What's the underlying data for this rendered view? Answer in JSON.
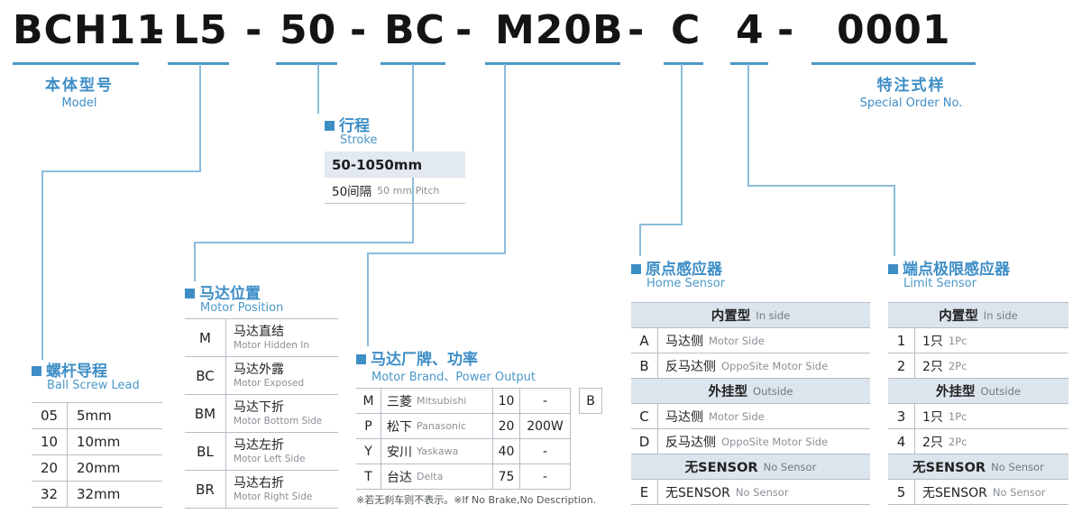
{
  "accent_color": "#3e8ec6",
  "model": {
    "parts": [
      "BCH11",
      "-",
      "L5",
      "-",
      "50",
      "-",
      "BC",
      "-",
      "M20B",
      "-",
      "C",
      "4",
      "-",
      "0001"
    ]
  },
  "model_label": {
    "zh": "本体型号",
    "en": "Model"
  },
  "special_order": {
    "zh": "特注式样",
    "en": "Special Order No."
  },
  "ball_screw": {
    "zh": "螺杆导程",
    "en": "Ball Screw Lead",
    "rows": [
      {
        "code": "05",
        "value": "5mm"
      },
      {
        "code": "10",
        "value": "10mm"
      },
      {
        "code": "20",
        "value": "20mm"
      },
      {
        "code": "32",
        "value": "32mm"
      }
    ]
  },
  "motor_position": {
    "zh": "马达位置",
    "en": "Motor Position",
    "rows": [
      {
        "code": "M",
        "zh": "马达直结",
        "en": "Motor Hidden In"
      },
      {
        "code": "BC",
        "zh": "马达外露",
        "en": "Motor Exposed"
      },
      {
        "code": "BM",
        "zh": "马达下折",
        "en": "Motor Bottom Side"
      },
      {
        "code": "BL",
        "zh": "马达左折",
        "en": "Motor Left Side"
      },
      {
        "code": "BR",
        "zh": "马达右折",
        "en": "Motor Right Side"
      }
    ]
  },
  "stroke": {
    "zh": "行程",
    "en": "Stroke",
    "range": "50-1050mm",
    "pitch_zh": "50间隔",
    "pitch_en": "50 mm Pitch"
  },
  "motor_brand": {
    "zh": "马达厂牌、功率",
    "en": "Motor Brand、Power Output",
    "rows": [
      {
        "code": "M",
        "brand_zh": "三菱",
        "brand_en": "Mitsubishi",
        "power_code": "10",
        "power": "-"
      },
      {
        "code": "P",
        "brand_zh": "松下",
        "brand_en": "Panasonic",
        "power_code": "20",
        "power": "200W"
      },
      {
        "code": "Y",
        "brand_zh": "安川",
        "brand_en": "Yaskawa",
        "power_code": "40",
        "power": "-"
      },
      {
        "code": "T",
        "brand_zh": "台达",
        "brand_en": "Delta",
        "power_code": "75",
        "power": "-"
      }
    ],
    "brake_code": "B",
    "note_zh": "※若无刹车则不表示。",
    "note_en": "※If No Brake,No Description."
  },
  "home_sensor": {
    "zh": "原点感应器",
    "en": "Home Sensor",
    "rows": [
      {
        "kind": "header",
        "zh": "内置型",
        "en": "In side"
      },
      {
        "kind": "item",
        "code": "A",
        "zh": "马达侧",
        "en": "Motor Side"
      },
      {
        "kind": "item",
        "code": "B",
        "zh": "反马达侧",
        "en": "OppoSite Motor Side"
      },
      {
        "kind": "header",
        "zh": "外挂型",
        "en": "Outside"
      },
      {
        "kind": "item",
        "code": "C",
        "zh": "马达侧",
        "en": "Motor Side"
      },
      {
        "kind": "item",
        "code": "D",
        "zh": "反马达侧",
        "en": "OppoSite Motor Side"
      },
      {
        "kind": "header",
        "zh": "无SENSOR",
        "en": "No Sensor"
      },
      {
        "kind": "item",
        "code": "E",
        "zh": "无SENSOR",
        "en": "No Sensor"
      }
    ]
  },
  "limit_sensor": {
    "zh": "端点极限感应器",
    "en": "Limit Sensor",
    "rows": [
      {
        "kind": "header",
        "zh": "内置型",
        "en": "In side"
      },
      {
        "kind": "item",
        "code": "1",
        "zh": "1只",
        "en": "1Pc"
      },
      {
        "kind": "item",
        "code": "2",
        "zh": "2只",
        "en": "2Pc"
      },
      {
        "kind": "header",
        "zh": "外挂型",
        "en": "Outside"
      },
      {
        "kind": "item",
        "code": "3",
        "zh": "1只",
        "en": "1Pc"
      },
      {
        "kind": "item",
        "code": "4",
        "zh": "2只",
        "en": "2Pc"
      },
      {
        "kind": "header",
        "zh": "无SENSOR",
        "en": "No Sensor"
      },
      {
        "kind": "item",
        "code": "5",
        "zh": "无SENSOR",
        "en": "No Sensor"
      }
    ]
  }
}
